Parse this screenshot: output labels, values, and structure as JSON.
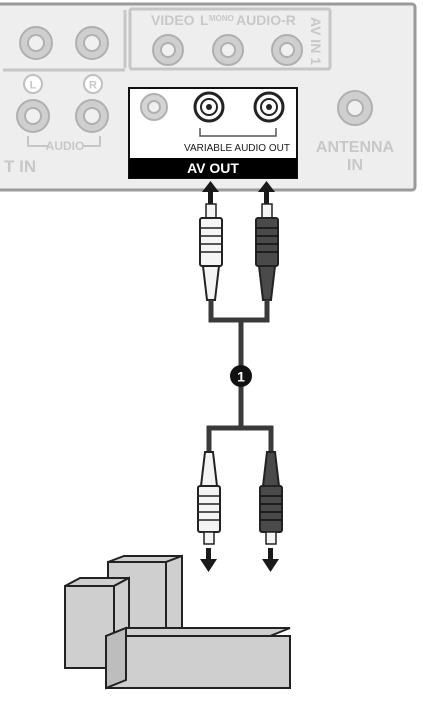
{
  "panel": {
    "video_label": "VIDEO",
    "l_label": "L",
    "mono_label": "MONO",
    "audio_r_label": "AUDIO-R",
    "av_in_label": "AV IN 1",
    "l_small": "L",
    "r_small": "R",
    "audio_label": "AUDIO",
    "component_in_fragment": "T IN",
    "variable_audio_out_label": "VARIABLE AUDIO OUT",
    "av_out_label": "AV OUT",
    "antenna_label_line1": "ANTENNA",
    "antenna_label_line2": "IN"
  },
  "cable": {
    "step_number": "1"
  },
  "colors": {
    "panel_fill": "#f2f2f2",
    "panel_stroke": "#9a9a9a",
    "jack_gray": "#b8b8b8",
    "cable_dark": "#3a3a3a",
    "plug_red": "#4a4a4a",
    "plug_white": "#f4f4f4",
    "device_fill": "#cfcfcf",
    "label_bar": "#000000"
  }
}
